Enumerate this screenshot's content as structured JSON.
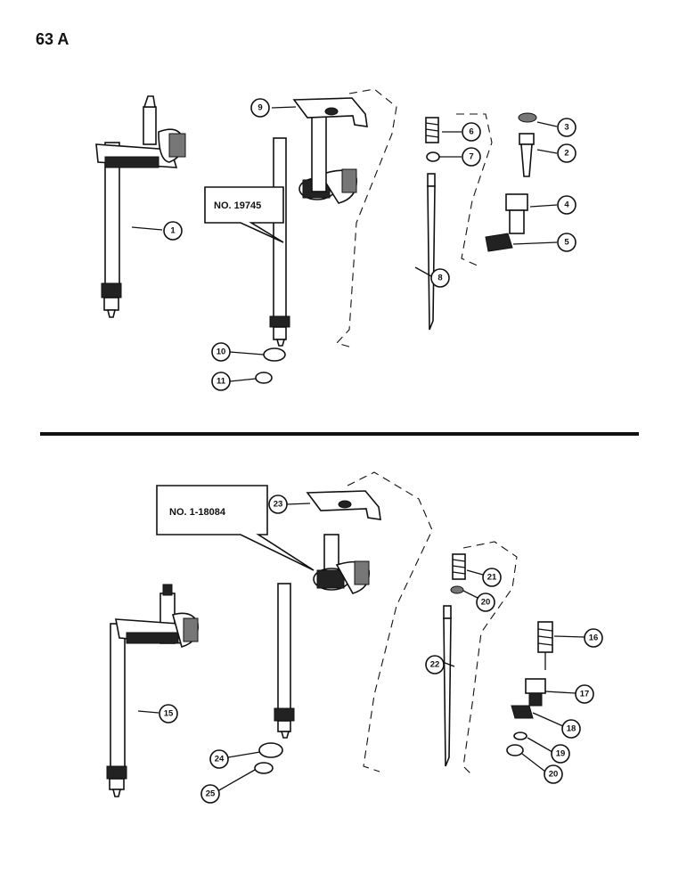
{
  "page_number": "63 A",
  "callouts": {
    "top": "NO. 19745",
    "bottom": "NO. 1-18084"
  },
  "part_labels": [
    "1",
    "2",
    "3",
    "4",
    "5",
    "6",
    "7",
    "8",
    "9",
    "10",
    "11",
    "15",
    "16",
    "17",
    "18",
    "19",
    "20",
    "20",
    "21",
    "22",
    "23",
    "24",
    "25"
  ],
  "colors": {
    "ink": "#111111",
    "paper": "#ffffff"
  }
}
